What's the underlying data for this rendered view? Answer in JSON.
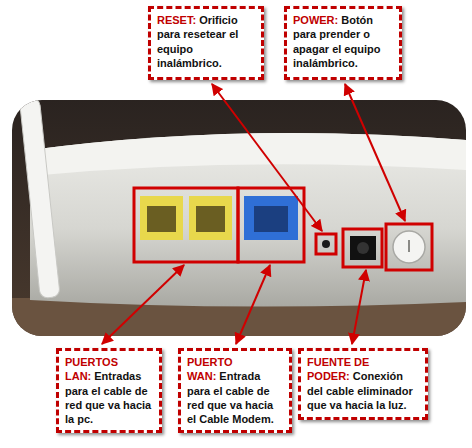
{
  "diagram": {
    "nodes": [
      {
        "text": [
          "RESET:",
          "Orificio para resetear el equipo inalámbrico."
        ]
      },
      {
        "text": [
          "POWER:",
          "Botón para prender o apagar el equipo inalámbrico."
        ]
      },
      {
        "text": [
          "PUERTOS LAN:",
          "Entradas para el cable de red que va hacia la pc."
        ]
      },
      {
        "text": [
          "PUERTO WAN:",
          "Entrada para el cable de red que va hacia el Cable Modem."
        ]
      },
      {
        "text": [
          "FUENTE DE PODER:",
          "Conexión del cable eliminador que va hacia la luz."
        ]
      }
    ]
  }
}
